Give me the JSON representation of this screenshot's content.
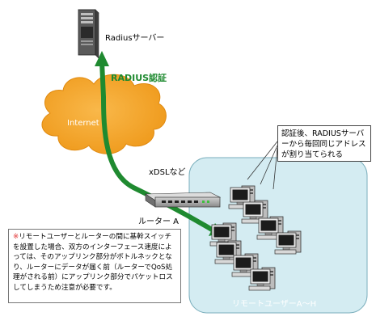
{
  "labels": {
    "radius_server": "Radiusサーバー",
    "radius_auth": "RADIUS認証",
    "internet": "Internet",
    "xdsl": "xDSLなど",
    "router_a": "ルーター A",
    "remote_users": "リモートユーザーA～H"
  },
  "notes": {
    "top": "認証後、RADIUSサーバーから毎回同じアドレスが割り当てられる",
    "bottom_mark": "※",
    "bottom": "リモートユーザーとルーターの間に基幹スイッチを設置した場合、双方のインターフェース速度によっては、そのアップリンク部分がボトルネックとなり、ルーターにデータが届く前（ルーターでQoS処理がされる前）にアップリンク部分でパケットロスしてしまうため注意が必要です。"
  },
  "colors": {
    "arrow": "#1f8a30",
    "cloud": "#f4a62a",
    "users_panel": "#d4ecf2",
    "server": "#5a5a5a"
  },
  "icons": {
    "server": "server-tower-icon",
    "router": "router-icon",
    "pc": "desktop-pc-icon"
  }
}
